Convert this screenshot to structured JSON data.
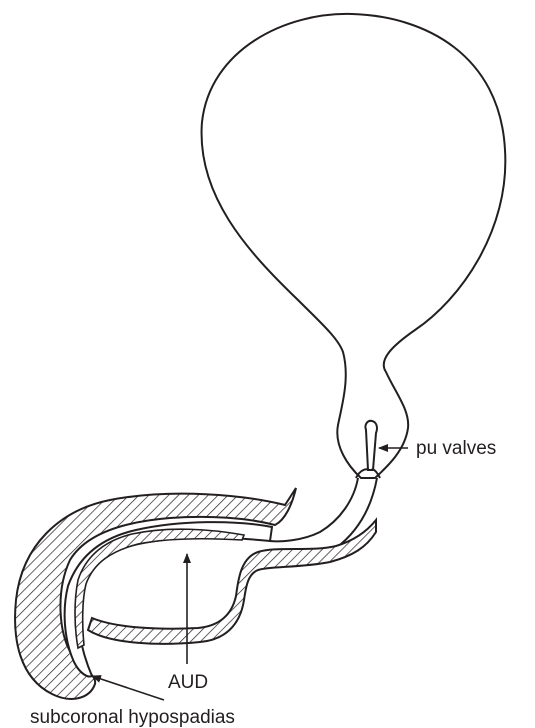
{
  "labels": {
    "valves": "pu valves",
    "aud": "AUD",
    "hypospadias": "subcoronal hypospadias"
  },
  "colors": {
    "ink": "#231f20",
    "background": "#ffffff"
  }
}
